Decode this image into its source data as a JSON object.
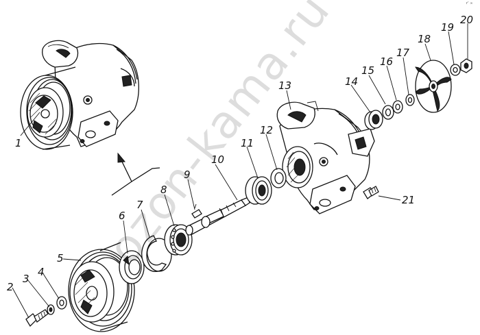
{
  "watermark": "ozon-kama.ru",
  "corner_mark": "r’ ∞",
  "callouts": [
    {
      "id": "1",
      "label": "1"
    },
    {
      "id": "2",
      "label": "2"
    },
    {
      "id": "3",
      "label": "3"
    },
    {
      "id": "4",
      "label": "4"
    },
    {
      "id": "5",
      "label": "5"
    },
    {
      "id": "6",
      "label": "6"
    },
    {
      "id": "7",
      "label": "7"
    },
    {
      "id": "8",
      "label": "8"
    },
    {
      "id": "9",
      "label": "9"
    },
    {
      "id": "10",
      "label": "10"
    },
    {
      "id": "11",
      "label": "11"
    },
    {
      "id": "12",
      "label": "12"
    },
    {
      "id": "13",
      "label": "13"
    },
    {
      "id": "14",
      "label": "14"
    },
    {
      "id": "15",
      "label": "15"
    },
    {
      "id": "16",
      "label": "16"
    },
    {
      "id": "17",
      "label": "17"
    },
    {
      "id": "18",
      "label": "18"
    },
    {
      "id": "19",
      "label": "19"
    },
    {
      "id": "20",
      "label": "20"
    },
    {
      "id": "21",
      "label": "21"
    }
  ]
}
